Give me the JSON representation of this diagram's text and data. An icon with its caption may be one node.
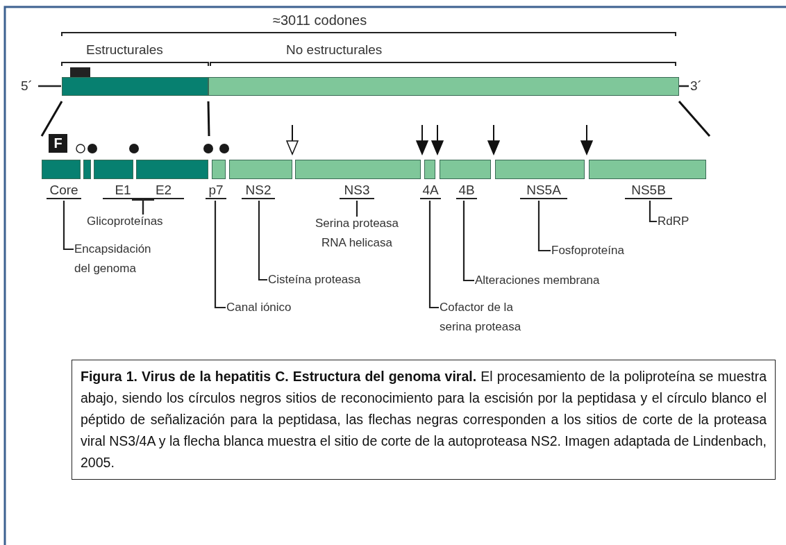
{
  "diagram": {
    "caption": "**Figura 1. Virus de la hepatitis C. Estructura del genoma viral.** El procesamiento de la poliproteína se muestra abajo, siendo los círculos negros sitios de reconocimiento para la escisión por la peptidasa y el círculo blanco el péptido de señalización para la peptidasa, las flechas negras corresponden a los sitios de corte de la proteasa viral NS3/4A y la flecha blanca muestra el sitio de corte de la autoproteasa NS2. Imagen adaptada de Lindenbach, 2005.",
    "nodes": [
      {
        "text": [],
        "shape": "bar"
      },
      {
        "text": [],
        "shape": "bar"
      },
      {
        "text": [
          "Core"
        ]
      },
      {
        "text": [],
        "shape": "bar"
      },
      {
        "text": [
          "E1"
        ]
      },
      {
        "text": [
          "E2"
        ]
      },
      {
        "text": [
          "p7"
        ]
      },
      {
        "text": [
          "NS2"
        ]
      },
      {
        "text": [
          "NS3"
        ]
      },
      {
        "text": [
          "4A"
        ]
      },
      {
        "text": [
          "4B"
        ]
      },
      {
        "text": [
          "NS5A"
        ]
      },
      {
        "text": [
          "NS5B"
        ]
      },
      {
        "text": [
          "Glicoproteínas"
        ]
      },
      {
        "text": [
          "Serina proteasa RNA helicasa"
        ]
      },
      {
        "text": [
          "RdRP"
        ]
      },
      {
        "text": [
          "Encapsidación del genoma"
        ]
      },
      {
        "text": [
          "Fosfoproteína"
        ]
      },
      {
        "text": [
          "Cisteína proteasa"
        ]
      },
      {
        "text": [
          "Alteraciones membrana"
        ]
      },
      {
        "text": [
          "Canal iónico"
        ]
      },
      {
        "text": [
          "Cofactor de la serina proteasa"
        ]
      }
    ],
    "edges": [
      {
        "from": 2,
        "to": 16,
        "arrow": "none"
      },
      {
        "from": 4,
        "to": 13,
        "arrow": "none"
      },
      {
        "from": 5,
        "to": 13,
        "arrow": "none"
      },
      {
        "from": 6,
        "to": 20,
        "arrow": "none"
      },
      {
        "from": 7,
        "to": 18,
        "arrow": "none"
      },
      {
        "from": 8,
        "to": 14,
        "arrow": "none"
      },
      {
        "from": 9,
        "to": 21,
        "arrow": "none"
      },
      {
        "from": 10,
        "to": 19,
        "arrow": "none"
      },
      {
        "from": 11,
        "to": 17,
        "arrow": "none"
      },
      {
        "from": 12,
        "to": 15,
        "arrow": "none"
      }
    ],
    "labels": [
      "≈3011 codones",
      "Estructurales",
      "No estructurales",
      "5´",
      "3´",
      "F"
    ]
  }
}
